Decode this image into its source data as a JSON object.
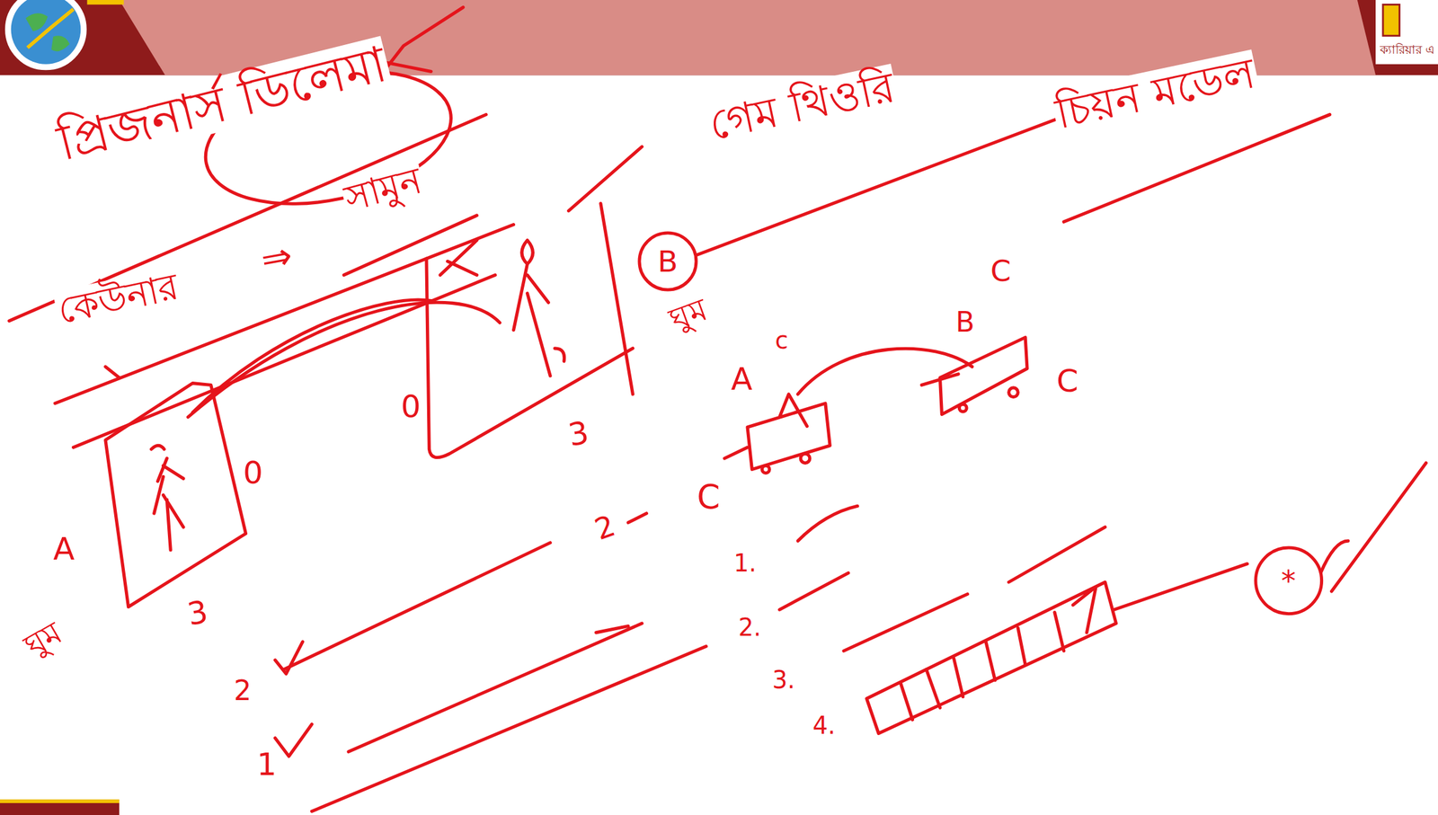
{
  "diagram": {
    "title": "প্রিজনার্স ডিলেমা",
    "nodes": [
      {
        "text": [
          "B"
        ]
      },
      {
        "text": [
          "*"
        ]
      }
    ],
    "labels": [
      "কেউনার",
      "⇒",
      "সামুন",
      "গেম থিওরি",
      "চিয়ন মডেল",
      "ঘুম",
      "ঘুম",
      "A",
      "0",
      "3",
      "0",
      "3",
      "A",
      "c",
      "C",
      "B",
      "C",
      "C",
      "2",
      "2",
      "1",
      "1.",
      "2.",
      "3.",
      "4.",
      "ক্যারিয়ার এ"
    ]
  }
}
